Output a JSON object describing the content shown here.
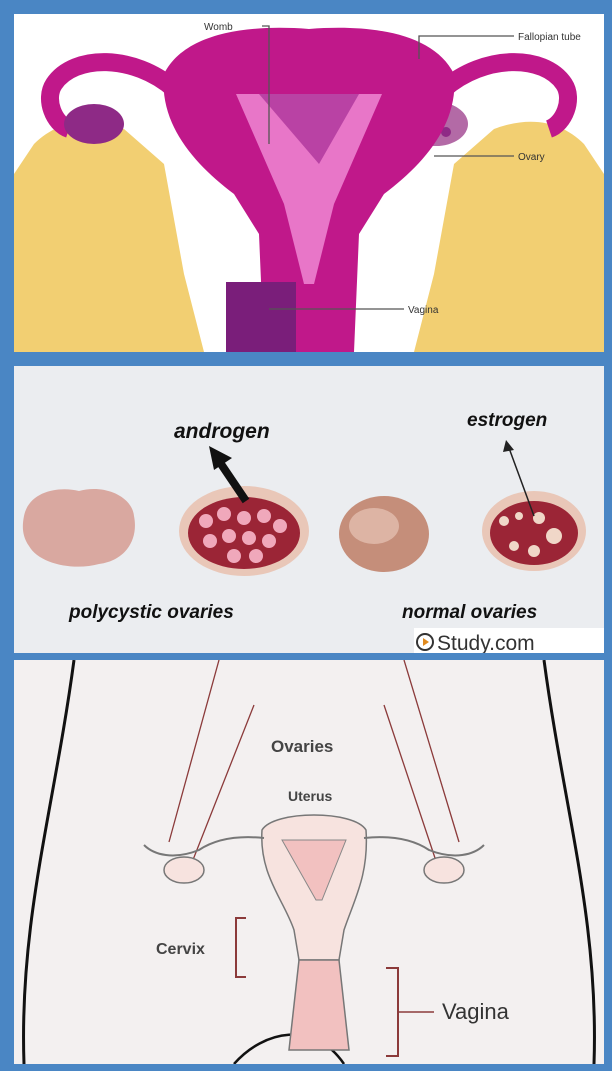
{
  "panel1": {
    "labels": {
      "womb": "Womb",
      "fallopian_tube": "Fallopian tube",
      "ovary": "Ovary",
      "vagina": "Vagina"
    },
    "colors": {
      "tissue": "#f2cf72",
      "magenta": "#c0188a",
      "pink": "#e876c8",
      "purple": "#7a1e7a"
    }
  },
  "panel2": {
    "labels": {
      "androgen": "androgen",
      "estrogen": "estrogen",
      "polycystic": "polycystic ovaries",
      "normal": "normal ovaries",
      "watermark": "Study.com"
    }
  },
  "panel3": {
    "labels": {
      "ovaries": "Ovaries",
      "uterus": "Uterus",
      "cervix": "Cervix",
      "vagina": "Vagina"
    }
  }
}
